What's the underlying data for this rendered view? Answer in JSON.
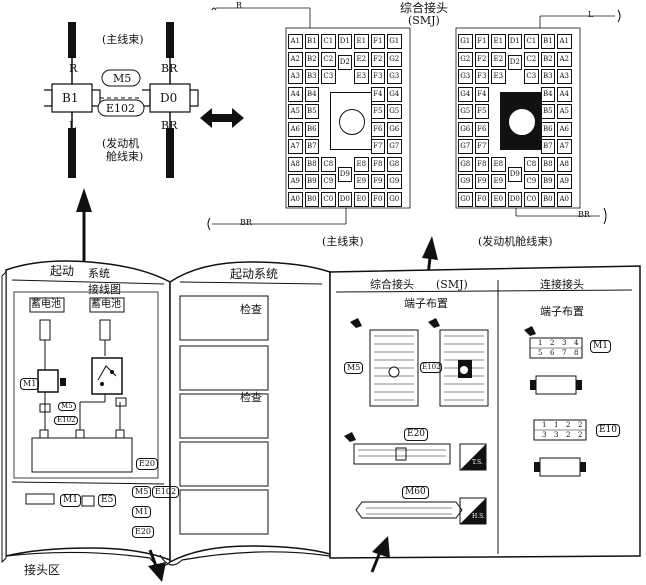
{
  "top_left": {
    "main_harness": "(主线束)",
    "engine_harness_line1": "(发动机",
    "engine_harness_line2": "舱线束)",
    "wire_r": "R",
    "wire_l": "L",
    "wire_br_top": "BR",
    "wire_br_bottom": "BR",
    "connector_b1": "B1",
    "connector_d0": "D0",
    "connector_m5": "M5",
    "connector_e102": "E102"
  },
  "top_right": {
    "title_line1": "综合接头",
    "title_line2": "(SMJ)",
    "wire_r": "R",
    "wire_l": "L",
    "wire_br_left": "BR",
    "wire_br_right": "BR",
    "caption_main": "(主线束)",
    "caption_engine": "(发动机舱线束)"
  },
  "book_left": {
    "header_start": "起动",
    "header_system": "系统",
    "wiring_diagram": "接线图",
    "battery1": "蓄电池",
    "battery2": "蓄电池",
    "tag_m1": "M1",
    "tag_m5": "M5",
    "tag_e102": "E102",
    "tag_e20": "E20",
    "bottom_m1": "M1",
    "bottom_e5": "E5",
    "side_m5": "M5",
    "side_e102": "E102",
    "side_m1": "M1",
    "side_e20": "E20",
    "caption": "接头区"
  },
  "book_middle": {
    "header": "起动系统",
    "check1": "检查",
    "check2": "检查"
  },
  "book_right": {
    "smj_title": "综合接头",
    "smj_title_sub": "(SMJ)",
    "terminal_layout": "端子布置",
    "tag_m5": "M5",
    "tag_e102": "E102",
    "tag_e20": "E20",
    "tag_m60": "M60",
    "ts_label": "T.S.",
    "hs_label": "H.S.",
    "joint_title": "连接接头",
    "joint_layout": "端子布置",
    "tag_m1": "M1",
    "tag_e10": "E10",
    "m1_pins_top": [
      "1",
      "2",
      "3",
      "4"
    ],
    "m1_pins_bottom": [
      "5",
      "6",
      "7",
      "8"
    ],
    "e10_pins_top": [
      "1",
      "1",
      "2",
      "2"
    ],
    "e10_pins_bottom": [
      "3",
      "3",
      "2",
      "2"
    ]
  },
  "smj_main_grid": {
    "col_a": [
      "A1",
      "A2",
      "A3",
      "A4",
      "A5",
      "A6",
      "A7",
      "A8",
      "A9",
      "A0"
    ],
    "col_b": [
      "B1",
      "B2",
      "B3",
      "B4",
      "B5",
      "B6",
      "B7",
      "B8",
      "B9",
      "B0"
    ],
    "col_c": [
      "C1",
      "C2",
      "C3",
      "C8",
      "C9",
      "C0"
    ],
    "col_d": [
      "D1",
      "D2",
      "D9",
      "D0"
    ],
    "col_e": [
      "E1",
      "E2",
      "E3",
      "E8",
      "E9",
      "E0"
    ],
    "col_f": [
      "F1",
      "F2",
      "F3",
      "F4",
      "F5",
      "F6",
      "F7",
      "F8",
      "F9",
      "F0"
    ],
    "col_g": [
      "G1",
      "G2",
      "G3",
      "G4",
      "G5",
      "G6",
      "G7",
      "G8",
      "G9",
      "G0"
    ]
  }
}
